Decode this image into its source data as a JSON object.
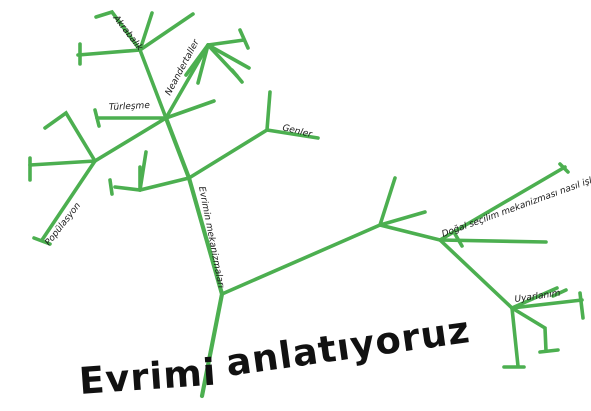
{
  "title_left": "Evrimi",
  "title_right": "anlatıyoruz",
  "labels": {
    "akrabalik": "Akrabalık",
    "neandertaller": "Neandertaller",
    "turlesme": "Türleşme",
    "genler": "Genler",
    "populasyon": "Popülasyon",
    "evrim_mekanizmalari": "Evrimin mekanizmaları",
    "dogal_secilim": "Doğal seçilim mekanizması nasıl işler?",
    "uyarlanim": "Uyarlanım"
  },
  "colors": {
    "branch": "#4caf50",
    "text": "#1a1a1a"
  }
}
